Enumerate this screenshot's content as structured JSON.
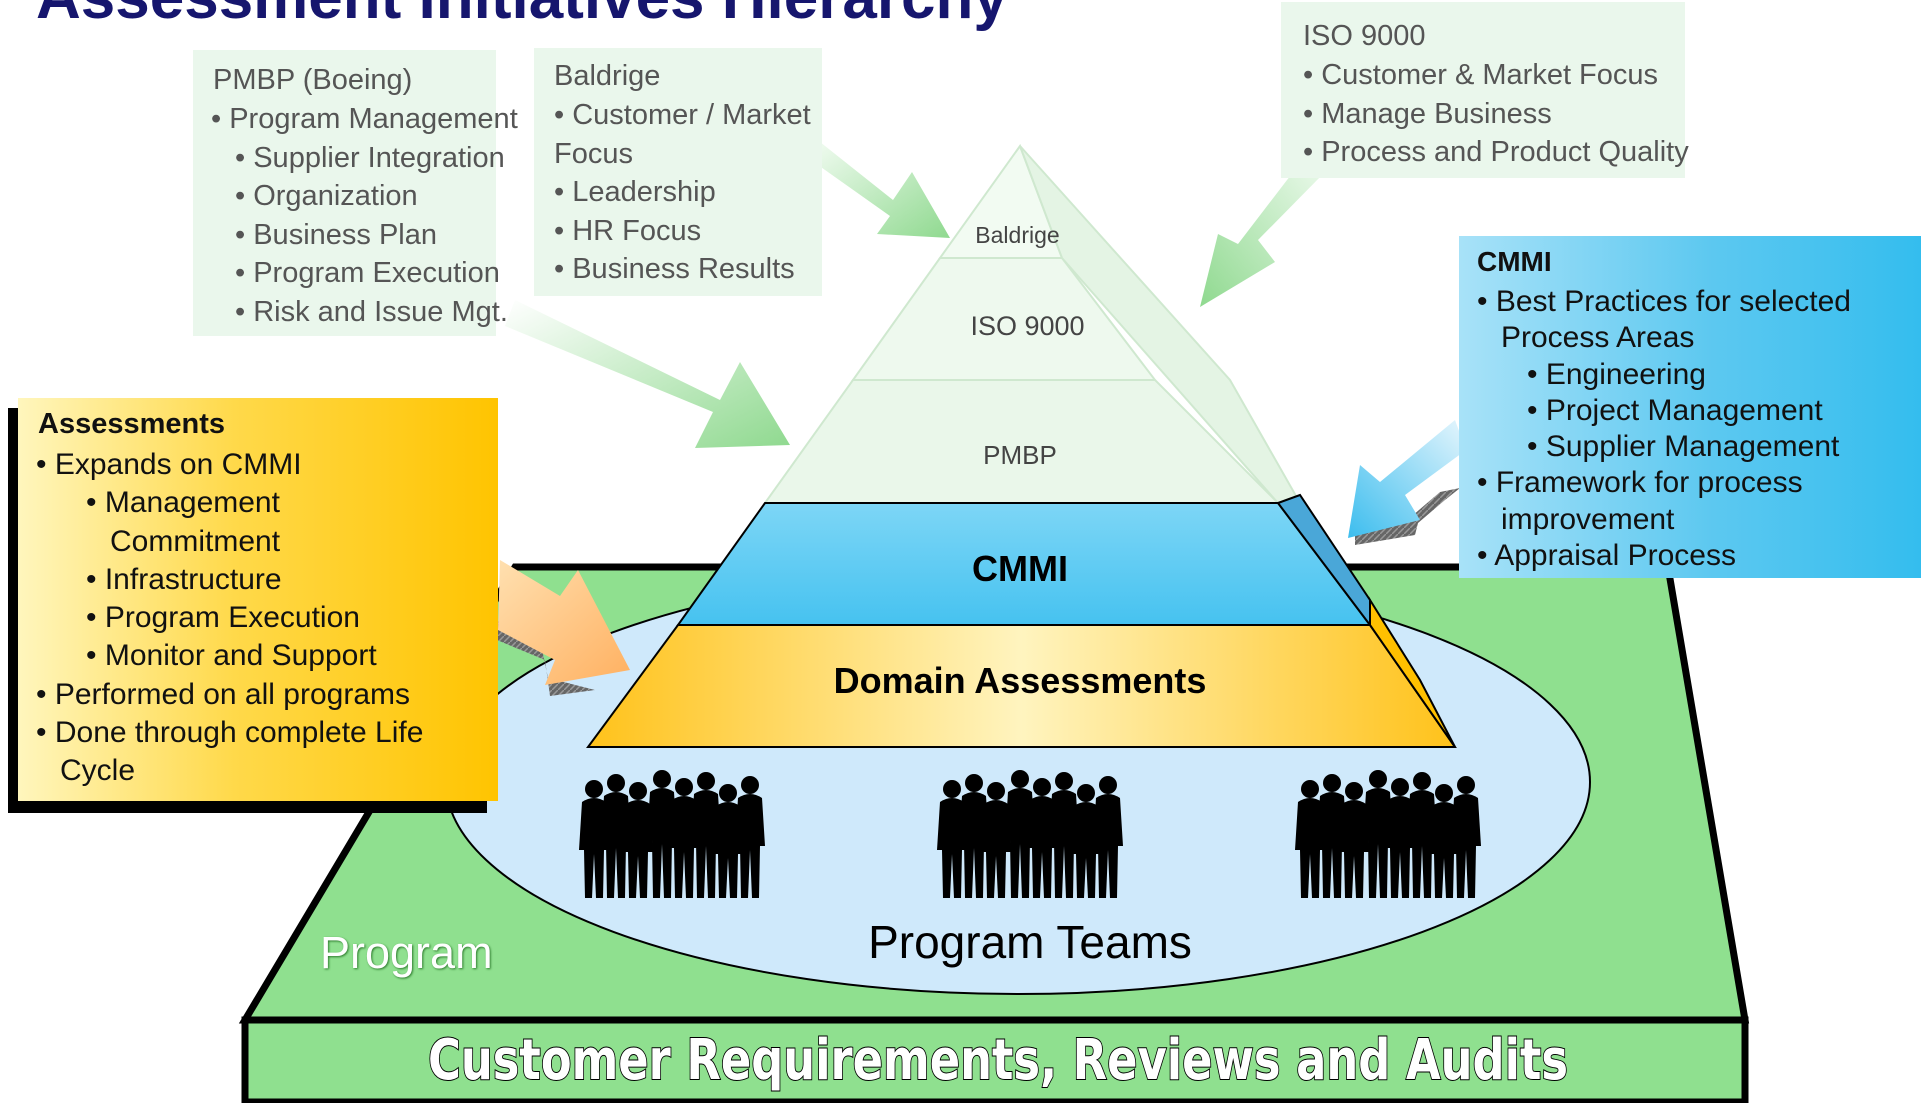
{
  "title": "Assessment Initiatives Hierarchy",
  "pmbp_box": {
    "heading": "PMBP (Boeing)",
    "items": [
      {
        "text": "Program Management",
        "level": 1
      },
      {
        "text": "Supplier Integration",
        "level": 2
      },
      {
        "text": "Organization",
        "level": 2
      },
      {
        "text": "Business Plan",
        "level": 2
      },
      {
        "text": "Program Execution",
        "level": 2
      },
      {
        "text": "Risk and Issue Mgt.",
        "level": 2
      }
    ]
  },
  "baldrige_box": {
    "heading": "Baldrige",
    "items": [
      {
        "text": "Customer / Market"
      },
      {
        "text": "Focus",
        "continuation": true
      },
      {
        "text": "Leadership"
      },
      {
        "text": "HR Focus"
      },
      {
        "text": "Business Results"
      }
    ]
  },
  "iso_box": {
    "heading": "ISO 9000",
    "items": [
      {
        "text": "Customer & Market Focus"
      },
      {
        "text": "Manage Business"
      },
      {
        "text": "Process and Product Quality"
      }
    ]
  },
  "cmmi_box": {
    "heading": "CMMI",
    "items": [
      {
        "text": "Best Practices for selected",
        "level": 1
      },
      {
        "text": "Process Areas",
        "level": 1,
        "continuation": true
      },
      {
        "text": "Engineering",
        "level": 2
      },
      {
        "text": "Project Management",
        "level": 2
      },
      {
        "text": "Supplier Management",
        "level": 2
      },
      {
        "text": "Framework for process",
        "level": 1
      },
      {
        "text": "improvement",
        "level": 1,
        "continuation": true
      },
      {
        "text": "Appraisal Process",
        "level": 1
      }
    ]
  },
  "assessments_box": {
    "heading": "Assessments",
    "items": [
      {
        "text": "Expands on CMMI",
        "level": 1
      },
      {
        "text": "Management",
        "level": 2
      },
      {
        "text": "Commitment",
        "level": 2,
        "continuation": true
      },
      {
        "text": "Infrastructure",
        "level": 2
      },
      {
        "text": "Program Execution",
        "level": 2
      },
      {
        "text": "Monitor and Support",
        "level": 2
      },
      {
        "text": "Performed on all programs",
        "level": 1
      },
      {
        "text": "Done through complete Life",
        "level": 1
      },
      {
        "text": "Cycle",
        "level": 1,
        "continuation": true
      }
    ]
  },
  "pyramid": {
    "layers": {
      "baldrige": "Baldrige",
      "iso": "ISO 9000",
      "pmbp": "PMBP",
      "cmmi": "CMMI",
      "domain": "Domain Assessments"
    }
  },
  "base": {
    "teams_label": "Program Teams",
    "program_label": "Program",
    "footer": "Customer Requirements, Reviews and Audits"
  },
  "colors": {
    "title": "#16166e",
    "platform_green": "#8fe08f",
    "ellipse_blue": "#cfe9fb",
    "cmmi_blue": "#5ac8f0",
    "assessment_gold": "#ffd23a",
    "pale_green": "#eaf7ec",
    "arrow_green": "#8fd98f"
  }
}
